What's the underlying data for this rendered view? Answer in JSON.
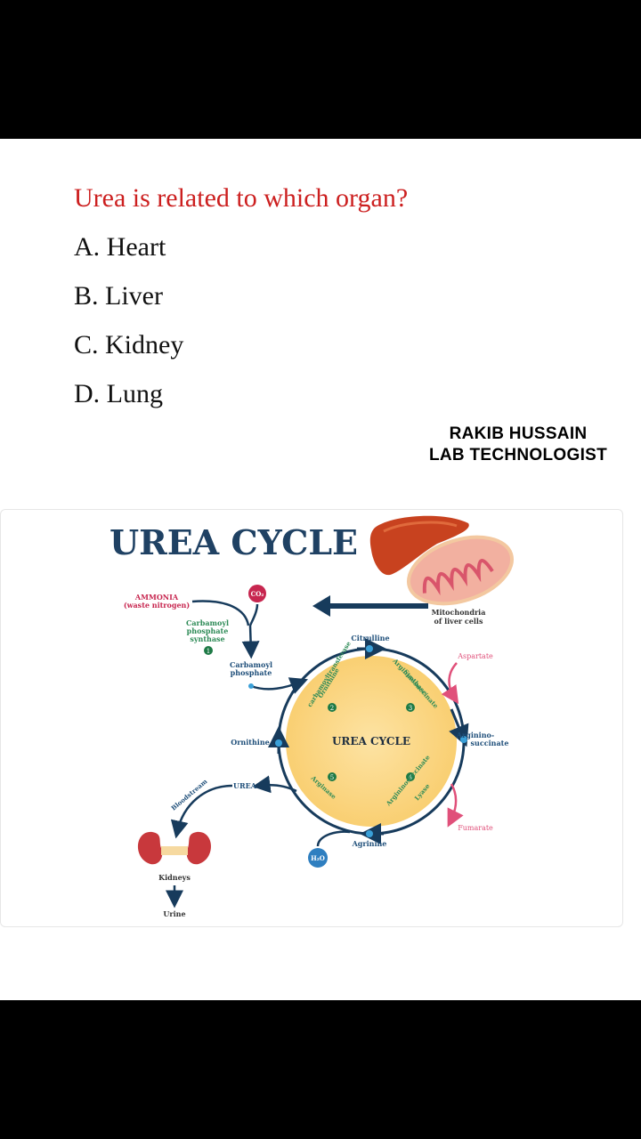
{
  "question": {
    "text": "Urea is related to which organ?",
    "color": "#cc1f1f"
  },
  "options": [
    {
      "label": "A. Heart"
    },
    {
      "label": "B. Liver"
    },
    {
      "label": "C. Kidney"
    },
    {
      "label": "D. Lung"
    }
  ],
  "credit": {
    "name": "RAKIB HUSSAIN",
    "role": "LAB TECHNOLOGIST"
  },
  "diagram": {
    "title": "UREA CYCLE",
    "center_label": "UREA CYCLE",
    "ammonia": "AMMONIA",
    "ammonia_sub": "(waste nitrogen)",
    "co2": "CO₂",
    "cps_line1": "Carbamoyl",
    "cps_line2": "phosphate",
    "cps_line3": "synthase",
    "carbamoyl_line1": "Carbamoyl",
    "carbamoyl_line2": "phosphate",
    "mito_line1": "Mitochondria",
    "mito_line2": "of liver cells",
    "citrulline": "Citrulline",
    "aspartate": "Aspartate",
    "argininosuccinate_line1": "Arginino-",
    "argininosuccinate_line2": "succinate",
    "fumarate": "Fumarate",
    "agrinine": "Agrinine",
    "ornithine": "Ornithine",
    "urea": "UREA",
    "bloodstream": "Bloodstream",
    "kidneys": "Kidneys",
    "urine": "Urine",
    "h2o": "H₂O",
    "enzyme_otc_1": "Ornithine",
    "enzyme_otc_2": "carbamoyltransferase",
    "enzyme_ass_1": "Argininosuccinate",
    "enzyme_ass_2": "Synthase",
    "enzyme_arginase": "Arginase",
    "enzyme_asl_1": "Argininosuccinate",
    "enzyme_asl_2": "Lyase",
    "step1": "1",
    "step2": "2",
    "step3": "3",
    "step4": "4",
    "step5": "5"
  }
}
